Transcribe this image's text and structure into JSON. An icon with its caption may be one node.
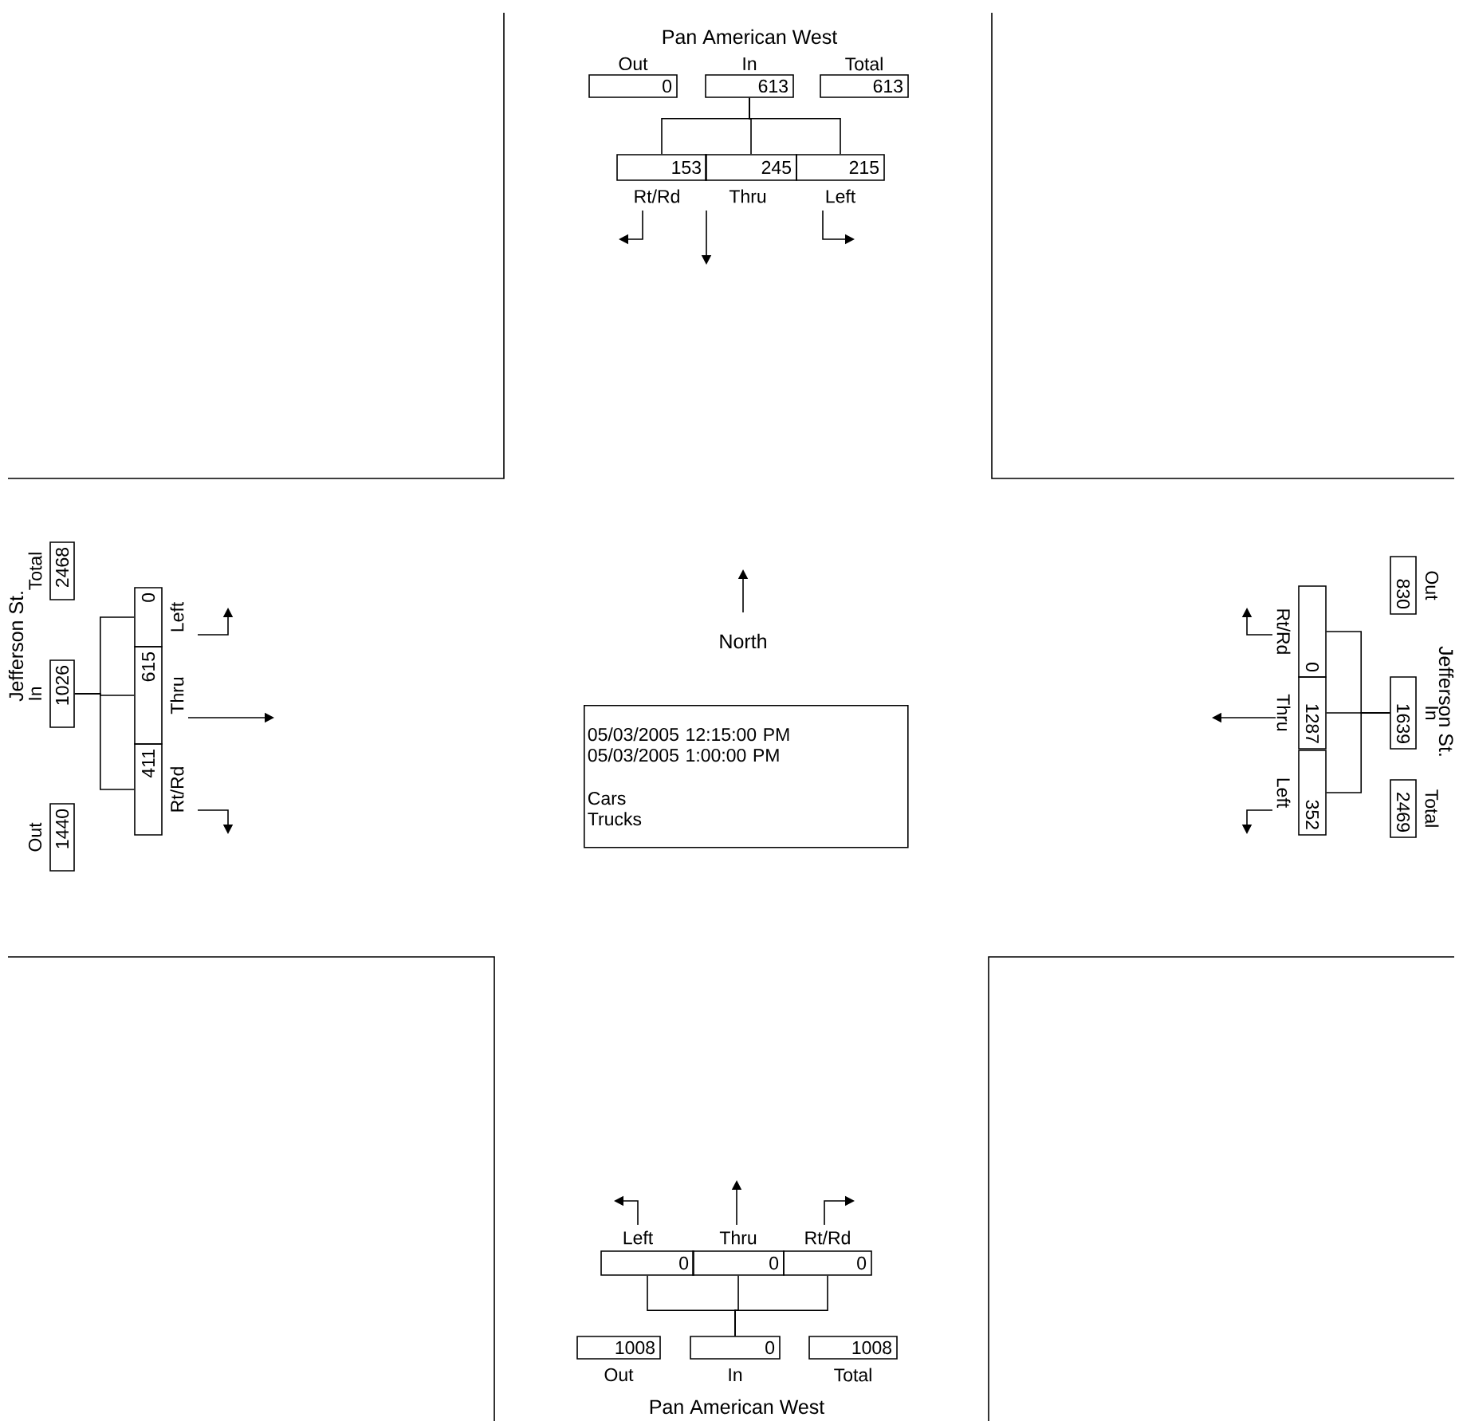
{
  "diagram": {
    "nodes": [
      {
        "text": [
          "0"
        ],
        "beside": [
          "Out"
        ]
      },
      {
        "text": [
          "613"
        ],
        "beside": [
          "In"
        ]
      },
      {
        "text": [
          "613"
        ],
        "beside": [
          "Total"
        ]
      },
      {
        "text": [
          "153"
        ],
        "beside": [
          "Rt/Rd"
        ]
      },
      {
        "text": [
          "245"
        ],
        "beside": [
          "Thru"
        ]
      },
      {
        "text": [
          "215"
        ],
        "beside": [
          "Left"
        ]
      },
      {
        "text": [
          "2468"
        ],
        "beside": [
          "Total"
        ]
      },
      {
        "text": [
          "1026"
        ],
        "beside": [
          "In"
        ]
      },
      {
        "text": [
          "1440"
        ],
        "beside": [
          "Out"
        ]
      },
      {
        "text": [
          "0"
        ],
        "beside": [
          "Left"
        ]
      },
      {
        "text": [
          "615"
        ],
        "beside": [
          "Thru"
        ]
      },
      {
        "text": [
          "411"
        ],
        "beside": [
          "Rt/Rd"
        ]
      },
      {
        "text": [
          "830"
        ],
        "beside": [
          "Out"
        ]
      },
      {
        "text": [
          "1639"
        ],
        "beside": [
          "In"
        ]
      },
      {
        "text": [
          "2469"
        ],
        "beside": [
          "Total"
        ]
      },
      {
        "text": [
          "0"
        ],
        "beside": [
          "Rt/Rd"
        ]
      },
      {
        "text": [
          "1287"
        ],
        "beside": [
          "Thru"
        ]
      },
      {
        "text": [
          "352"
        ],
        "beside": [
          "Left"
        ]
      },
      {
        "text": [
          "0"
        ],
        "beside": [
          "Left"
        ]
      },
      {
        "text": [
          "0"
        ],
        "beside": [
          "Thru"
        ]
      },
      {
        "text": [
          "0"
        ],
        "beside": [
          "Rt/Rd"
        ]
      },
      {
        "text": [
          "1008"
        ],
        "beside": [
          "Out"
        ]
      },
      {
        "text": [
          "0"
        ],
        "beside": [
          "In"
        ]
      },
      {
        "text": [
          "1008"
        ],
        "beside": [
          "Total"
        ]
      },
      {
        "text": [
          "05/03/2005 12:15:00 PM",
          "05/03/2005 1:00:00 PM",
          "Cars",
          "Trucks"
        ]
      }
    ],
    "edges": [
      {
        "from": 1,
        "to": 3,
        "arrow": "none"
      },
      {
        "from": 1,
        "to": 4,
        "arrow": "none"
      },
      {
        "from": 1,
        "to": 5,
        "arrow": "none"
      },
      {
        "from": 7,
        "to": 9,
        "arrow": "none"
      },
      {
        "from": 7,
        "to": 10,
        "arrow": "none"
      },
      {
        "from": 7,
        "to": 11,
        "arrow": "none"
      },
      {
        "from": 13,
        "to": 15,
        "arrow": "none"
      },
      {
        "from": 13,
        "to": 16,
        "arrow": "none"
      },
      {
        "from": 13,
        "to": 17,
        "arrow": "none"
      },
      {
        "from": 22,
        "to": 18,
        "arrow": "none"
      },
      {
        "from": 22,
        "to": 19,
        "arrow": "none"
      },
      {
        "from": 22,
        "to": 20,
        "arrow": "none"
      }
    ],
    "labels": [
      "Pan American West",
      "Jefferson St.",
      "North",
      "Jefferson St.",
      "Pan American West"
    ]
  }
}
